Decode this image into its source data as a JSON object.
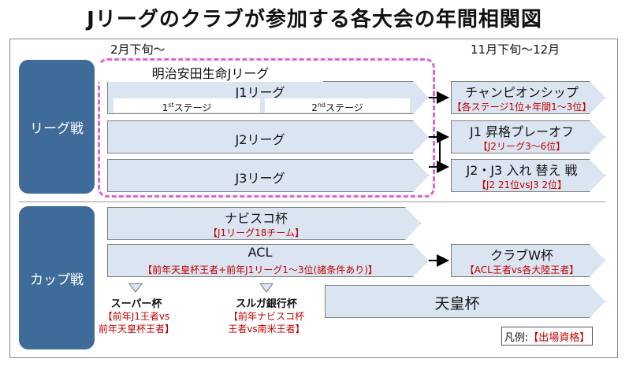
{
  "title": "Jリーグのクラブが参加する各大会の年間相関図",
  "periods": {
    "start": "2月下旬〜",
    "end": "11月下旬〜12月"
  },
  "sections": {
    "league": "リーグ戦",
    "cup": "カップ戦"
  },
  "meiji_label": "明治安田生命Jリーグ",
  "j1": {
    "label": "J1リーグ",
    "stage1_num": "1",
    "stage1_sup": "st",
    "stage1_rest": "ステージ",
    "stage2_num": "2",
    "stage2_sup": "nd",
    "stage2_rest": "ステージ"
  },
  "j2": {
    "label": "J2リーグ"
  },
  "j3": {
    "label": "J3リーグ"
  },
  "championship": {
    "label": "チャンピオンシップ",
    "qual": "【各ステージ1位+年間1〜3位】"
  },
  "j1_playoff": {
    "label": "J1 昇格プレーオフ",
    "qual": "【J2リーグ3〜6位】"
  },
  "j2j3": {
    "label": "J2・J3 入れ 替え 戦",
    "qual": "【J2 21位vsJ3 2位】"
  },
  "nabisco": {
    "label": "ナビスコ杯",
    "qual": "【J1リーグ18チーム】"
  },
  "acl": {
    "label": "ACL",
    "qual": "【前年天皇杯王者+前年J1リーグ1〜3位(諸条件あり)】"
  },
  "club_wc": {
    "label": "クラブW杯",
    "qual": "【ACL王者vs各大陸王者】"
  },
  "emperor": {
    "label": "天皇杯"
  },
  "super_cup": {
    "label": "スーパー杯",
    "qual1": "【前年J1王者vs",
    "qual2": "前年天皇杯王者】"
  },
  "suruga": {
    "label": "スルガ銀行杯",
    "qual1": "【前年ナビスコ杯",
    "qual2": "王者vs南米王者】"
  },
  "legend": {
    "prefix": "凡例:",
    "value": "【出場資格】"
  },
  "colors": {
    "side_panel": "#3f6b9a",
    "box_fill": "#dbe5f1",
    "dashed": "#dc64d4",
    "qual_text": "#c00000"
  }
}
